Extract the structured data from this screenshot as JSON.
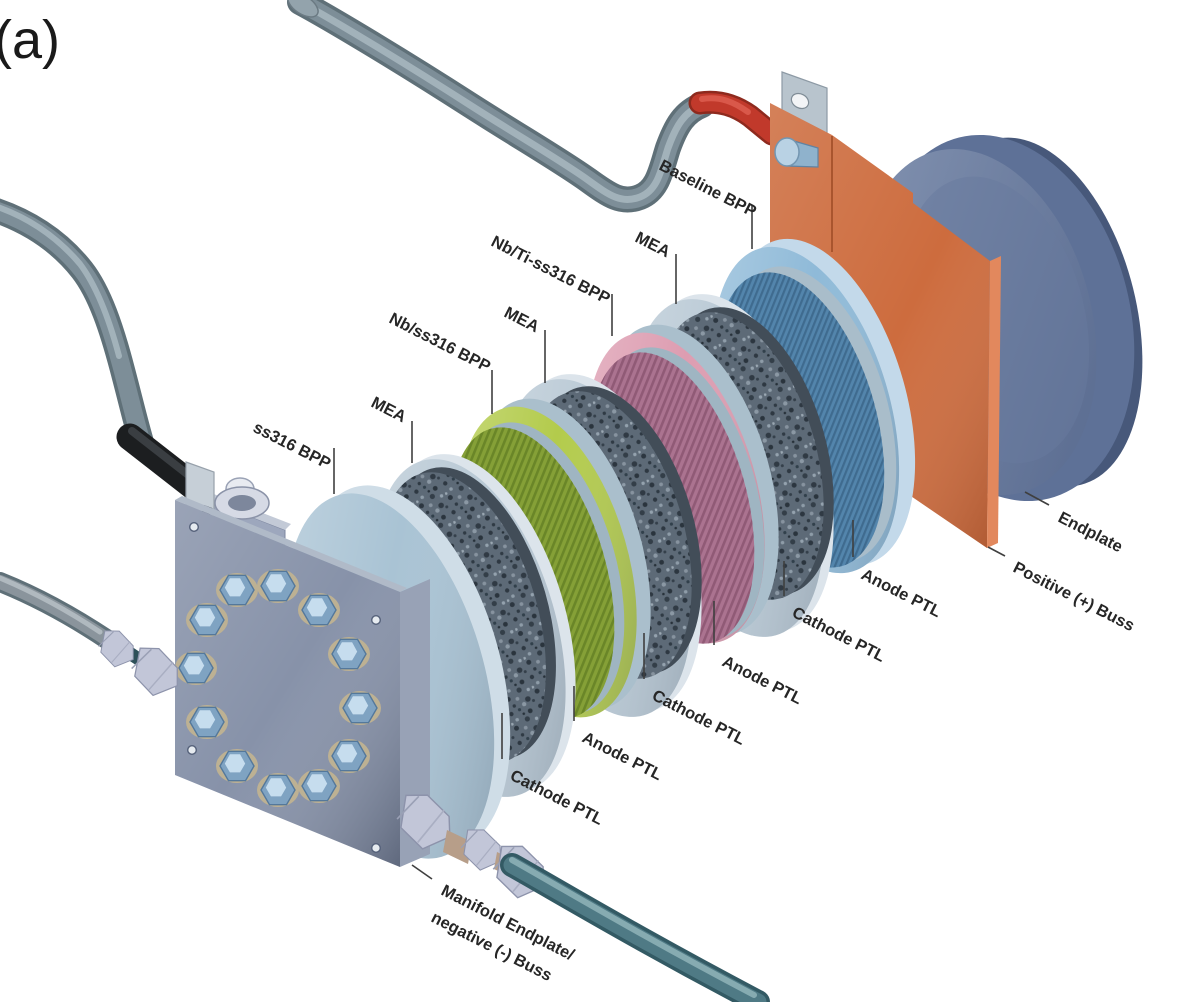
{
  "figure": {
    "panel_label": "(a)",
    "description": "Exploded view diagram of a PEM water electrolyzer stack with four bipolar plate types"
  },
  "labels": {
    "panel": "(a)",
    "ss316_bpp": "ss316 BPP",
    "mea": "MEA",
    "nb_ss316_bpp": "Nb/ss316 BPP",
    "nb_ti_ss316_bpp": "Nb/Ti-ss316 BPP",
    "baseline_bpp": "Baseline BPP",
    "anode_ptl": "Anode PTL",
    "cathode_ptl": "Cathode PTL",
    "endplate": "Endplate",
    "positive_buss": "Positive (+) Buss",
    "manifold_line1": "Manifold Endplate/",
    "manifold_line2": "negative (-) Buss"
  },
  "stack_order": [
    "Manifold Endplate/negative (-) Buss",
    "ss316 BPP",
    "Cathode PTL",
    "MEA",
    "Anode PTL",
    "Nb/ss316 BPP",
    "Cathode PTL",
    "MEA",
    "Anode PTL",
    "Nb/Ti-ss316 BPP",
    "Cathode PTL",
    "MEA",
    "Anode PTL",
    "Baseline BPP",
    "Positive (+) Buss",
    "Endplate"
  ],
  "colors": {
    "cable_gray": "#7d8e98",
    "cable_red": "#c1392b",
    "cable_black": "#1c1e20",
    "tube_teal": "#4f7a85",
    "endplate_dome": "#5e7197",
    "buss_orange": "#cd6c3e",
    "bpp_ss316": "#a9c3d4",
    "bpp_nb_ss316": "#b3cb4c",
    "bpp_nb_ti_ss316": "#dd9db1",
    "bpp_baseline": "#8fbad8",
    "anode_ptl_green": "#85a037",
    "anode_ptl_pink": "#ab7390",
    "anode_ptl_blue": "#5385ac",
    "cathode_ptl": "#5d6a77",
    "mea": "#b9c9d5",
    "manifold_plate": "#8792a9",
    "label_text": "#262626"
  }
}
